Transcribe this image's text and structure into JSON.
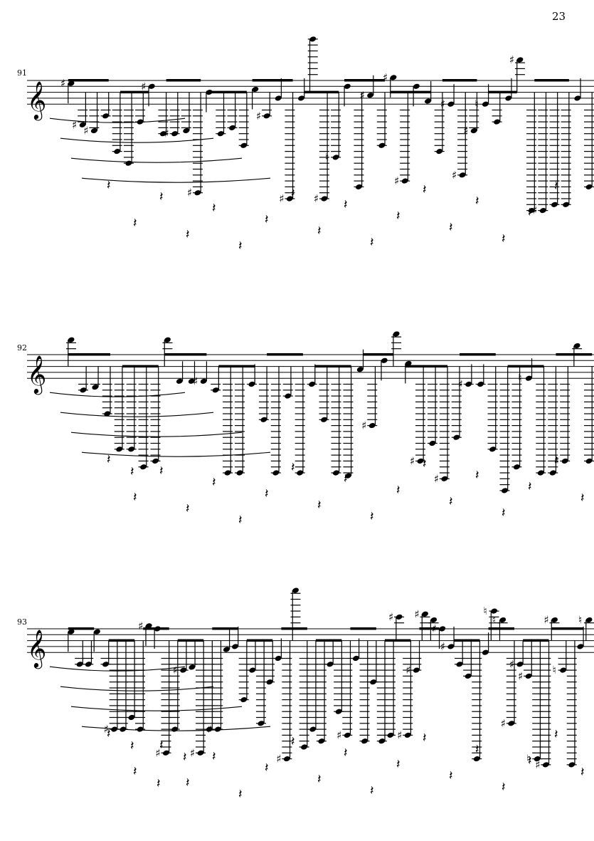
{
  "page": {
    "page_number": "23",
    "clef": "treble"
  },
  "symbols": {
    "clef_glyph": "𝄞",
    "sharp": "♯",
    "natural": "♮",
    "quarter_rest": "𝄽",
    "eighth_rest": "𝄾"
  },
  "systems": [
    {
      "measure_number": "91",
      "notes": [
        {
          "step": 7,
          "acc": "sharp",
          "stem": "down",
          "ledger_above": 0,
          "top_note": 20
        },
        {
          "step": -7,
          "acc": "sharp"
        },
        {
          "step": -9,
          "acc": "sharp"
        },
        {
          "step": -4
        },
        {
          "step": -16
        },
        {
          "step": -20
        },
        {
          "step": -6
        },
        {
          "step": 6,
          "acc": "sharp"
        },
        {
          "step": -10
        },
        {
          "step": -10,
          "acc": "sharp"
        },
        {
          "step": -9
        },
        {
          "step": -30,
          "acc": "sharp"
        },
        {
          "step": 4
        },
        {
          "step": -10
        },
        {
          "step": -8
        },
        {
          "step": -14
        },
        {
          "step": 5
        },
        {
          "step": -4,
          "acc": "sharp"
        },
        {
          "step": 2
        },
        {
          "step": -32,
          "acc": "sharp"
        },
        {
          "step": 2
        },
        {
          "step": 22
        },
        {
          "step": -32,
          "acc": "sharp"
        },
        {
          "step": -18,
          "acc": "natural"
        },
        {
          "step": 6
        },
        {
          "step": -28
        },
        {
          "step": 3,
          "acc": "sharp"
        },
        {
          "step": -14
        },
        {
          "step": 9,
          "acc": "sharp"
        },
        {
          "step": -26,
          "acc": "sharp"
        },
        {
          "step": 6
        },
        {
          "step": 1
        },
        {
          "step": -16
        },
        {
          "step": 0,
          "acc": "sharp"
        },
        {
          "step": -24,
          "acc": "sharp"
        },
        {
          "step": -9,
          "acc": "sharp"
        },
        {
          "step": 0,
          "acc": "natural"
        },
        {
          "step": -6
        },
        {
          "step": 2
        },
        {
          "step": 15,
          "acc": "sharp"
        },
        {
          "step": -36
        },
        {
          "step": -36,
          "acc": "sharp"
        },
        {
          "step": -34
        },
        {
          "step": -34
        },
        {
          "step": 2
        },
        {
          "step": -28
        }
      ],
      "rests": 18
    },
    {
      "measure_number": "92",
      "notes": [
        {
          "step": 13
        },
        {
          "step": -4
        },
        {
          "step": -3
        },
        {
          "step": -12
        },
        {
          "step": -24
        },
        {
          "step": -24
        },
        {
          "step": -30
        },
        {
          "step": -28
        },
        {
          "step": 13
        },
        {
          "step": -1
        },
        {
          "step": -1
        },
        {
          "step": -1,
          "acc": "sharp"
        },
        {
          "step": -4
        },
        {
          "step": -32
        },
        {
          "step": -32
        },
        {
          "step": -2
        },
        {
          "step": -14
        },
        {
          "step": -32
        },
        {
          "step": -6
        },
        {
          "step": -32
        },
        {
          "step": -2
        },
        {
          "step": -14
        },
        {
          "step": -32
        },
        {
          "step": -33
        },
        {
          "step": 3
        },
        {
          "step": -16,
          "acc": "sharp"
        },
        {
          "step": 6
        },
        {
          "step": 15
        },
        {
          "step": 5
        },
        {
          "step": -28,
          "acc": "sharp"
        },
        {
          "step": -22
        },
        {
          "step": -34,
          "acc": "sharp"
        },
        {
          "step": -20
        },
        {
          "step": -2,
          "acc": "sharp"
        },
        {
          "step": -2
        },
        {
          "step": -24
        },
        {
          "step": -38
        },
        {
          "step": -30
        },
        {
          "step": 0,
          "acc": "natural"
        },
        {
          "step": -32
        },
        {
          "step": -32
        },
        {
          "step": -28,
          "acc": "sharp"
        },
        {
          "step": 11
        },
        {
          "step": -28
        }
      ],
      "rests": 20
    },
    {
      "measure_number": "93",
      "notes": [
        {
          "step": 7
        },
        {
          "step": -4
        },
        {
          "step": -4
        },
        {
          "step": 7
        },
        {
          "step": -4
        },
        {
          "step": -26,
          "acc": "sharp"
        },
        {
          "step": -26
        },
        {
          "step": -22
        },
        {
          "step": -26
        },
        {
          "step": 9,
          "acc": "sharp"
        },
        {
          "step": 8
        },
        {
          "step": -34,
          "acc": "sharp"
        },
        {
          "step": -26
        },
        {
          "step": -6,
          "acc": "sharp"
        },
        {
          "step": -5
        },
        {
          "step": -34,
          "acc": "sharp"
        },
        {
          "step": -26
        },
        {
          "step": -26,
          "acc": "sharp"
        },
        {
          "step": 1
        },
        {
          "step": 2
        },
        {
          "step": -16
        },
        {
          "step": -6
        },
        {
          "step": -24
        },
        {
          "step": -10
        },
        {
          "step": -2
        },
        {
          "step": -36,
          "acc": "sharp"
        },
        {
          "step": 21
        },
        {
          "step": -32
        },
        {
          "step": -26
        },
        {
          "step": -30
        },
        {
          "step": -4
        },
        {
          "step": -20
        },
        {
          "step": -28,
          "acc": "sharp"
        },
        {
          "step": -2
        },
        {
          "step": -30
        },
        {
          "step": -10
        },
        {
          "step": -30
        },
        {
          "step": -28
        },
        {
          "step": 12,
          "acc": "sharp"
        },
        {
          "step": -28,
          "acc": "sharp"
        },
        {
          "step": -6,
          "acc": "sharp"
        },
        {
          "step": 13,
          "acc": "sharp"
        },
        {
          "step": 11
        },
        {
          "step": 8,
          "acc": "sharp"
        },
        {
          "step": 2,
          "acc": "sharp"
        },
        {
          "step": -4
        },
        {
          "step": -8
        },
        {
          "step": -36
        },
        {
          "step": 0
        },
        {
          "step": 14,
          "acc": "natural"
        },
        {
          "step": 11,
          "acc": "natural"
        },
        {
          "step": -24,
          "acc": "sharp"
        },
        {
          "step": -4,
          "acc": "sharp"
        },
        {
          "step": -8,
          "acc": "sharp"
        },
        {
          "step": -36,
          "acc": "natural"
        },
        {
          "step": -38,
          "acc": "sharp"
        },
        {
          "step": 11,
          "acc": "sharp"
        },
        {
          "step": -6,
          "acc": "natural"
        },
        {
          "step": -38
        },
        {
          "step": 2
        },
        {
          "step": 11,
          "acc": "natural"
        }
      ],
      "rests": 22
    }
  ]
}
